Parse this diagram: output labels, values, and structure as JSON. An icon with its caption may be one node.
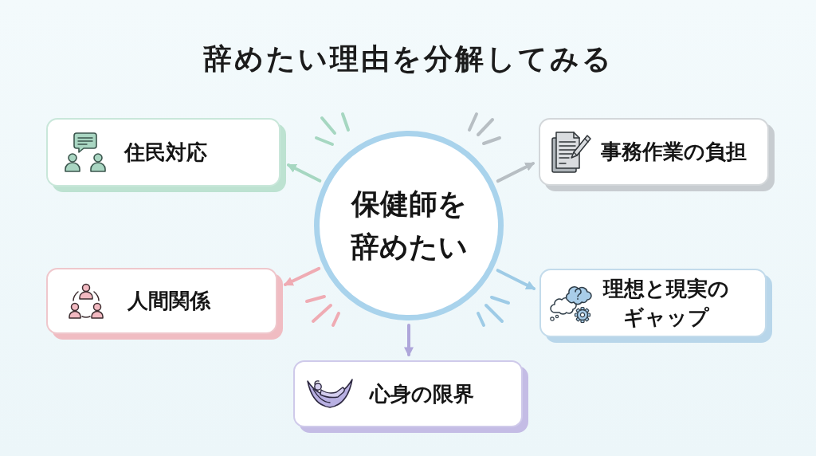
{
  "diagram": {
    "title": "辞めたい理由を分解してみる",
    "nodes": [
      {
        "text": [
          "保健師を辞めたい"
        ]
      },
      {
        "text": [
          "住民対応"
        ]
      },
      {
        "text": [
          "事務作業の負担"
        ]
      },
      {
        "text": [
          "人間関係"
        ]
      },
      {
        "text": [
          "理想と現実のギャップ"
        ]
      },
      {
        "text": [
          "心身の限界"
        ]
      }
    ],
    "edges": [
      {
        "from": 0,
        "to": 1,
        "arrow": "to",
        "color": "#a6d7c1"
      },
      {
        "from": 0,
        "to": 2,
        "arrow": "to",
        "color": "#b7bec3"
      },
      {
        "from": 0,
        "to": 3,
        "arrow": "to",
        "color": "#efabb3"
      },
      {
        "from": 0,
        "to": 4,
        "arrow": "to",
        "color": "#9ecbe6"
      },
      {
        "from": 0,
        "to": 5,
        "arrow": "to",
        "color": "#aea6da"
      }
    ]
  }
}
